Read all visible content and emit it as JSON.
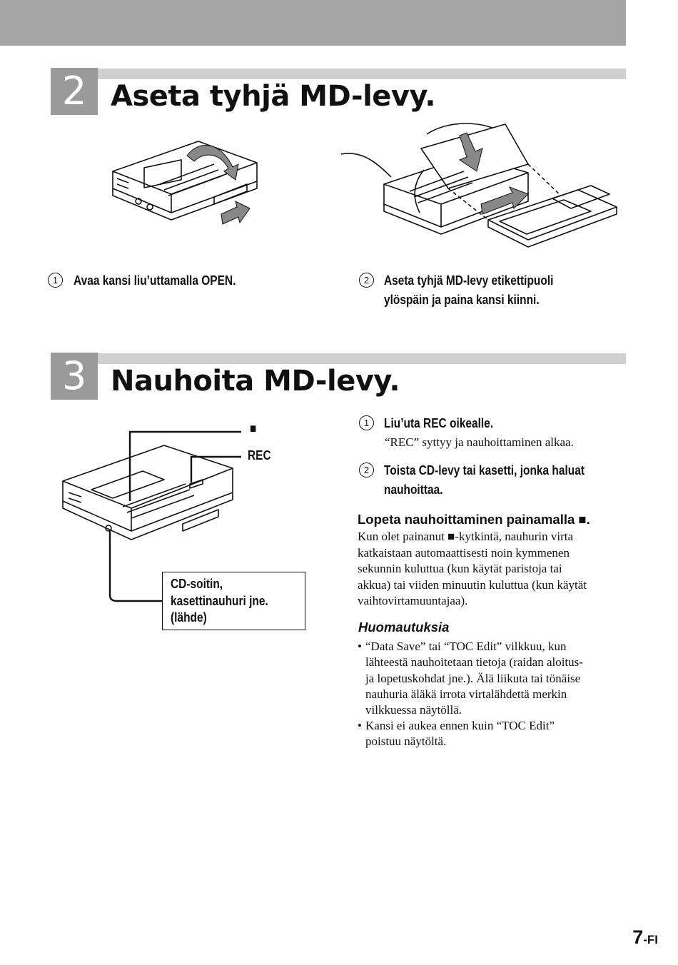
{
  "section2": {
    "number": "2",
    "title": "Aseta tyhjä MD-levy.",
    "steps": [
      {
        "num": "1",
        "lines": [
          "Avaa kansi liu’uttamalla OPEN."
        ]
      },
      {
        "num": "2",
        "lines": [
          "Aseta tyhjä MD-levy etikettipuoli",
          "ylöspäin ja paina kansi kiinni."
        ]
      }
    ]
  },
  "section3": {
    "number": "3",
    "title": "Nauhoita MD-levy.",
    "callouts": {
      "stop_symbol": "■",
      "rec": "REC"
    },
    "source_box": {
      "lines": [
        "CD-soitin,",
        "kasettinauhuri jne.",
        "(lähde)"
      ]
    },
    "steps": [
      {
        "num": "1",
        "title": "Liu’uta REC oikealle.",
        "body": "“REC” syttyy ja nauhoittaminen alkaa."
      },
      {
        "num": "2",
        "lines": [
          "Toista CD-levy tai kasetti, jonka haluat",
          "nauhoittaa."
        ]
      }
    ],
    "stop": {
      "heading": "Lopeta nauhoittaminen painamalla ■.",
      "lines": [
        "Kun olet painanut ■-kytkintä, nauhurin virta",
        "katkaistaan automaattisesti noin kymmenen",
        "sekunnin kuluttua (kun käytät paristoja tai",
        "akkua) tai viiden minuutin kuluttua (kun käytät",
        "vaihtovirtamuuntajaa)."
      ]
    },
    "notes": {
      "heading": "Huomautuksia",
      "bullets": [
        {
          "lines": [
            "“Data Save” tai “TOC Edit” vilkkuu, kun",
            "lähteestä nauhoitetaan tietoja (raidan aloitus-",
            "ja lopetuskohdat jne.). Älä liikuta tai tönäise",
            "nauhuria äläkä irrota virtalähdettä merkin",
            "vilkkuessa näytöllä."
          ]
        },
        {
          "lines": [
            "Kansi ei aukea ennen kuin “TOC Edit”",
            "poistuu näytöltä."
          ]
        }
      ]
    }
  },
  "footer": {
    "page": "7",
    "suffix": "-FI"
  }
}
